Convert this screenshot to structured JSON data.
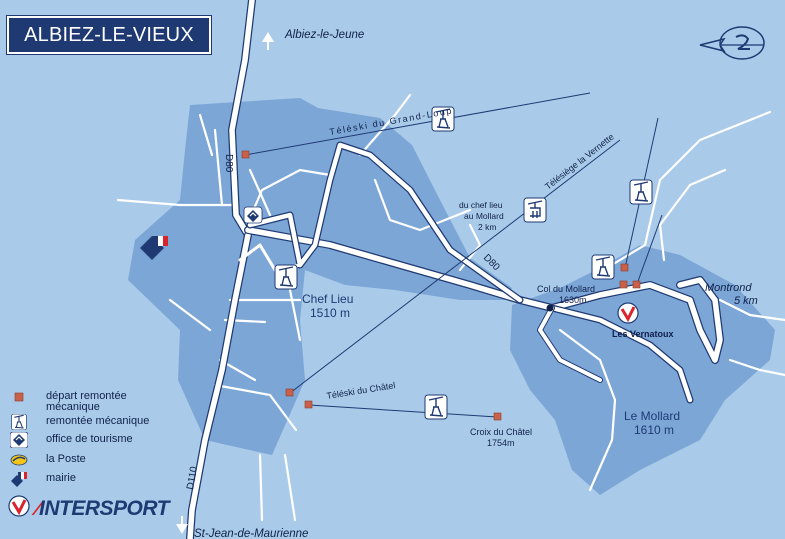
{
  "title": "ALBIEZ-LE-VIEUX",
  "roads": {
    "d80_north": "D80",
    "d80_east": "D80",
    "d110": "D110"
  },
  "places": {
    "albiez_le_jeune": "Albiez-le-Jeune",
    "st_jean": "St-Jean-de-Maurienne",
    "chef_lieu_name": "Chef Lieu",
    "chef_lieu_alt": "1510 m",
    "le_mollard_name": "Le Mollard",
    "le_mollard_alt": "1610 m",
    "col_name": "Col du Mollard",
    "col_alt": "1630m",
    "croix_name": "Croix du Châtel",
    "croix_alt": "1754m",
    "montrond_name": "Montrond",
    "montrond_dist": "5 km",
    "vernatoux": "Les Vernatoux",
    "distance_line1": "du chef lieu",
    "distance_line2": "au Mollard",
    "distance_line3": "2 km"
  },
  "lifts": {
    "grand_loup": "Téléski du Grand-Loup",
    "vernette": "Télésiège la Vernette",
    "chatel": "Téléski du Châtel"
  },
  "legend": [
    {
      "icon": "lift-start-icon",
      "label_lines": [
        "départ remontée",
        "mécanique"
      ]
    },
    {
      "icon": "ski-lift-icon",
      "label_lines": [
        "remontée mécanique"
      ]
    },
    {
      "icon": "tourist-office-icon",
      "label_lines": [
        "office de tourisme"
      ]
    },
    {
      "icon": "post-office-icon",
      "label_lines": [
        "la Poste"
      ]
    },
    {
      "icon": "town-hall-icon",
      "label_lines": [
        "mairie"
      ]
    }
  ],
  "brand": {
    "name": "INTERSPORT"
  },
  "colors": {
    "background": "#a9cbe9",
    "zone": "#7ca6d6",
    "road": "#ffffff",
    "road_edge": "#1f3a73",
    "lift_start": "#c8604a",
    "title_bg": "#1f3a73",
    "intersport_red": "#d9232d"
  }
}
